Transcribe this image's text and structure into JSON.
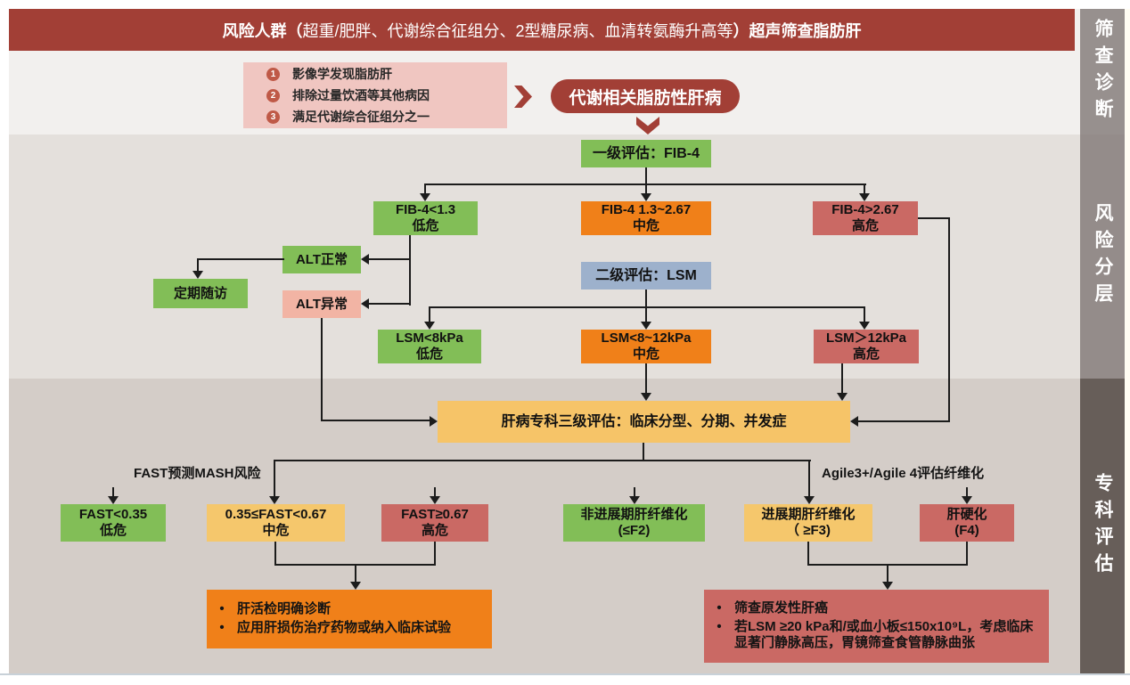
{
  "banner": {
    "prefix": "风险人群（",
    "middle": "超重/肥胖、代谢综合征组分、2型糖尿病、血清转氨酶升高等",
    "suffix": "）超声筛查脂肪肝"
  },
  "sidebar": {
    "sections": [
      {
        "label": "筛查诊断"
      },
      {
        "label": "风险分层"
      },
      {
        "label": "专科评估"
      }
    ]
  },
  "diagnosis": {
    "criteria": [
      {
        "num": "1",
        "text": "影像学发现脂肪肝"
      },
      {
        "num": "2",
        "text": "排除过量饮酒等其他病因"
      },
      {
        "num": "3",
        "text": "满足代谢综合征组分之一"
      }
    ],
    "result": "代谢相关脂肪性肝病"
  },
  "nodes": {
    "eval1": "一级评估：FIB-4",
    "fib4_low": [
      "FIB-4<1.3",
      "低危"
    ],
    "fib4_mid": [
      "FIB-4 1.3~2.67",
      "中危"
    ],
    "fib4_high": [
      "FIB-4>2.67",
      "高危"
    ],
    "alt_normal": "ALT正常",
    "follow_up": "定期随访",
    "alt_abnormal": "ALT异常",
    "eval2": "二级评估：LSM",
    "lsm_low": [
      "LSM<8kPa",
      "低危"
    ],
    "lsm_mid": [
      "LSM<8~12kPa",
      "中危"
    ],
    "lsm_high": [
      "LSM＞12kPa",
      "高危"
    ],
    "eval3": "肝病专科三级评估：临床分型、分期、并发症",
    "fast_low": [
      "FAST<0.35",
      "低危"
    ],
    "fast_mid": [
      "0.35≤FAST<0.67",
      "中危"
    ],
    "fast_high": [
      "FAST≥0.67",
      "高危"
    ],
    "fib_non_adv": [
      "非进展期肝纤维化",
      "(≤F2)"
    ],
    "fib_adv": [
      "进展期肝纤维化",
      "（ ≥F3)"
    ],
    "cirrhosis": [
      "肝硬化",
      "(F4)"
    ]
  },
  "labels": {
    "fast": "FAST预测MASH风险",
    "agile": "Agile3+/Agile 4评估纤维化"
  },
  "boxes": {
    "biopsy": [
      "肝活检明确诊断",
      "应用肝损伤治疗药物或纳入临床试验"
    ],
    "hcc": [
      "筛查原发性肝癌",
      "若LSM ≥20 kPa和/或血小板≤150x10⁹L，考虑临床显著门静脉高压，胃镜筛查食管静脉曲张"
    ]
  },
  "ui": {
    "bullet": "•"
  },
  "palette": {
    "dark_red": "#A23F36",
    "green": "#82BE57",
    "orange": "#F08019",
    "red": "#CA6964",
    "pink": "#F2B4A4",
    "blue": "#9DB1CC",
    "yellow": "#F5C76C",
    "amber": "#F6C468",
    "criteria_pink": "#F0C6C1",
    "sidebar_dark": "#675E59"
  }
}
